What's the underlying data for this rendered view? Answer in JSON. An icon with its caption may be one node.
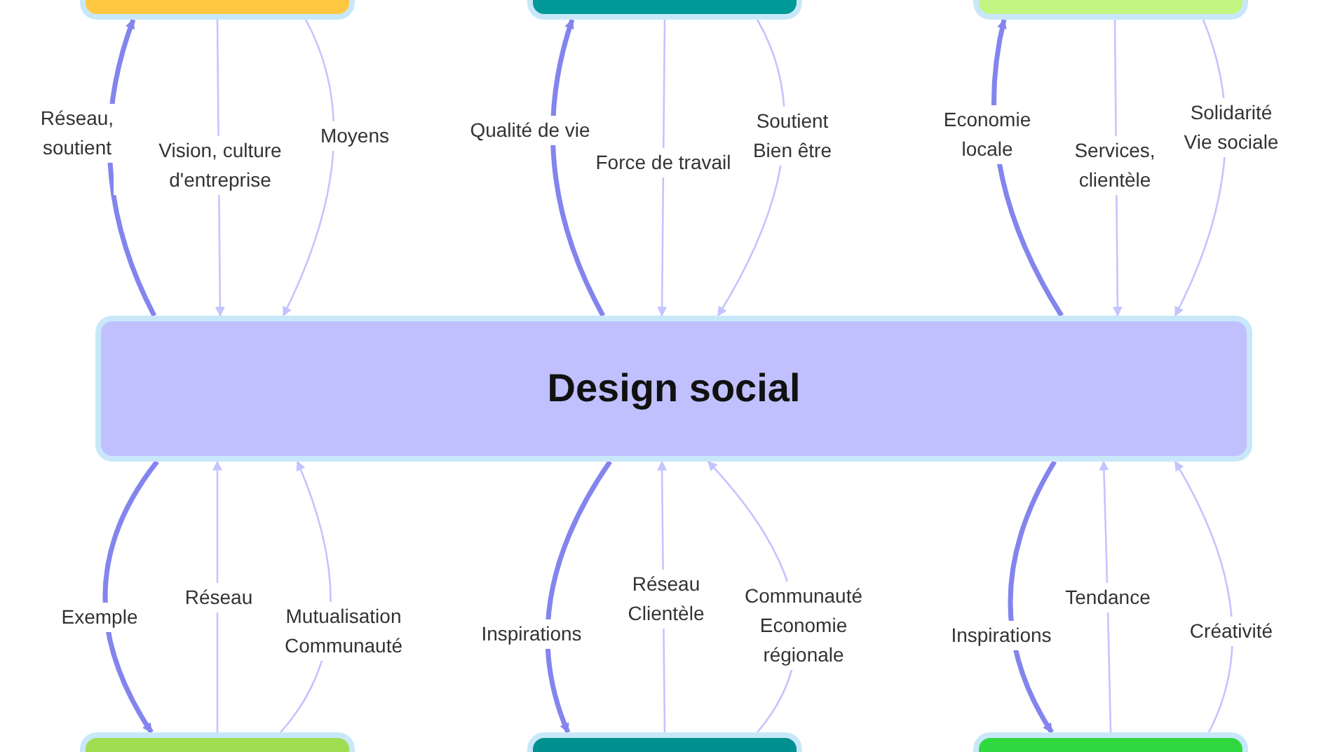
{
  "diagram": {
    "nodes": [
      {
        "text": [
          "Design social"
        ]
      },
      {
        "text": [],
        "shape": "box"
      },
      {
        "text": [],
        "shape": "box"
      },
      {
        "text": [],
        "shape": "box"
      },
      {
        "text": [],
        "shape": "box"
      },
      {
        "text": [],
        "shape": "box"
      },
      {
        "text": [],
        "shape": "box"
      }
    ],
    "edges": [
      {
        "from": 0,
        "to": 1,
        "arrow": "to",
        "label": "Réseau, soutient",
        "style": "thick",
        "color": "#8484ee"
      },
      {
        "from": 1,
        "to": 0,
        "arrow": "to",
        "label": "Vision, culture d'entreprise"
      },
      {
        "from": 1,
        "to": 0,
        "arrow": "to",
        "label": "Moyens"
      },
      {
        "from": 0,
        "to": 2,
        "arrow": "to",
        "label": "Qualité de vie",
        "style": "thick",
        "color": "#8484ee"
      },
      {
        "from": 2,
        "to": 0,
        "arrow": "to",
        "label": "Force de travail"
      },
      {
        "from": 2,
        "to": 0,
        "arrow": "to",
        "label": "Soutient Bien être"
      },
      {
        "from": 0,
        "to": 3,
        "arrow": "to",
        "label": "Economie locale",
        "style": "thick",
        "color": "#8484ee"
      },
      {
        "from": 3,
        "to": 0,
        "arrow": "to",
        "label": "Services, clientèle"
      },
      {
        "from": 3,
        "to": 0,
        "arrow": "to",
        "label": "Solidarité Vie sociale"
      },
      {
        "from": 0,
        "to": 4,
        "arrow": "to",
        "label": "Exemple",
        "style": "thick",
        "color": "#8484ee"
      },
      {
        "from": 4,
        "to": 0,
        "arrow": "to",
        "label": "Réseau"
      },
      {
        "from": 4,
        "to": 0,
        "arrow": "to",
        "label": "Mutualisation Communauté"
      },
      {
        "from": 0,
        "to": 5,
        "arrow": "to",
        "label": "Inspirations",
        "style": "thick",
        "color": "#8484ee"
      },
      {
        "from": 5,
        "to": 0,
        "arrow": "to",
        "label": "Réseau Clientèle"
      },
      {
        "from": 5,
        "to": 0,
        "arrow": "to",
        "label": "Communauté Economie régionale"
      },
      {
        "from": 0,
        "to": 6,
        "arrow": "to",
        "label": "Inspirations",
        "style": "thick",
        "color": "#8484ee"
      },
      {
        "from": 6,
        "to": 0,
        "arrow": "to",
        "label": "Tendance"
      },
      {
        "from": 6,
        "to": 0,
        "arrow": "to",
        "label": "Créativité"
      }
    ]
  }
}
